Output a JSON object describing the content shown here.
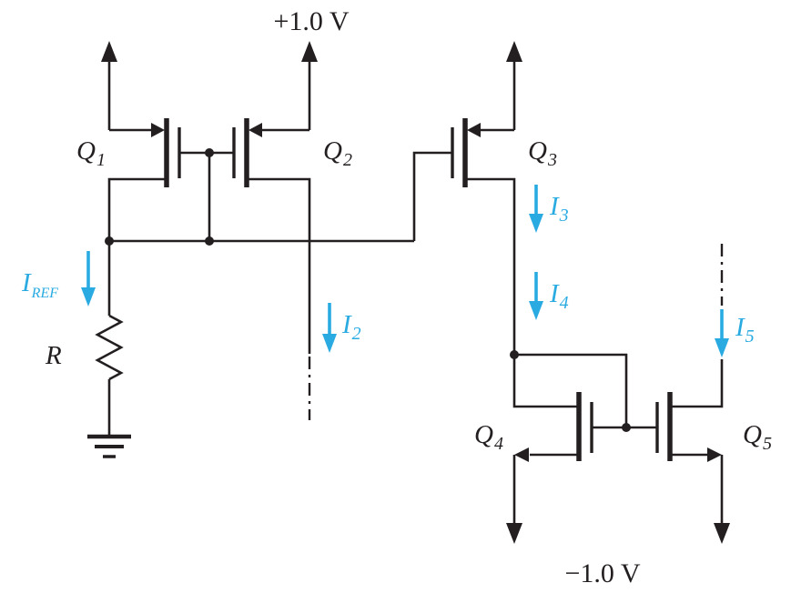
{
  "labels": {
    "supply_positive": "+1.0 V",
    "supply_negative": "−1.0 V",
    "q1": {
      "main": "Q",
      "sub": "1"
    },
    "q2": {
      "main": "Q",
      "sub": "2"
    },
    "q3": {
      "main": "Q",
      "sub": "3"
    },
    "q4": {
      "main": "Q",
      "sub": "4"
    },
    "q5": {
      "main": "Q",
      "sub": "5"
    },
    "r": "R",
    "i_ref": {
      "main": "I",
      "sub": "REF"
    },
    "i2": {
      "main": "I",
      "sub": "2"
    },
    "i3": {
      "main": "I",
      "sub": "3"
    },
    "i4": {
      "main": "I",
      "sub": "4"
    },
    "i5": {
      "main": "I",
      "sub": "5"
    }
  },
  "colors": {
    "wire": "#231f20",
    "current_arrow": "#29abe2",
    "background": "#ffffff"
  }
}
